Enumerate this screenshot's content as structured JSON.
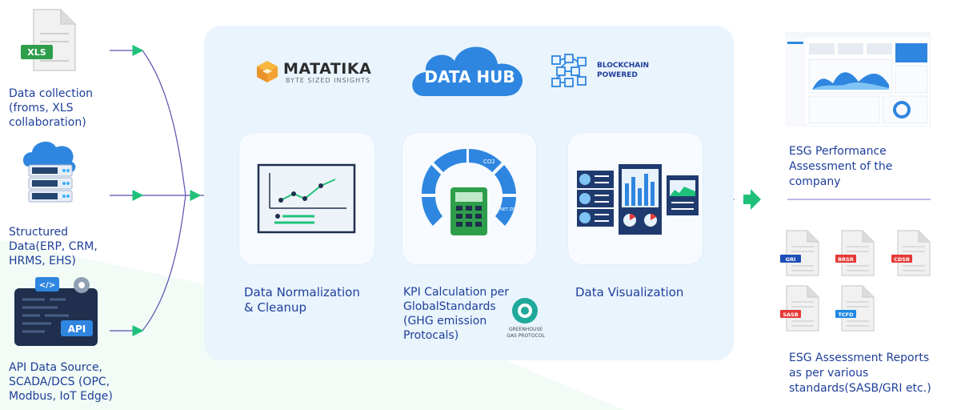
{
  "sources": [
    {
      "label_lines": [
        "Data collection",
        "(froms, XLS",
        "collaboration)"
      ],
      "icon": "xls-file-icon",
      "badge": "XLS"
    },
    {
      "label_lines": [
        "Structured",
        "Data(ERP, CRM,",
        "HRMS, EHS)"
      ],
      "icon": "cloud-server-icon"
    },
    {
      "label_lines": [
        "API Data Source,",
        "SCADA/DCS  (OPC,",
        "Modbus, IoT Edge)"
      ],
      "icon": "api-window-icon",
      "badge": "API",
      "code_tag": "</>"
    }
  ],
  "hub": {
    "brand": "MATATIKA",
    "brand_tagline": "BYTE SIZED INSIGHTS",
    "title": "DATA HUB",
    "blockchain_lines": [
      "BLOCKCHAIN",
      "POWERED"
    ],
    "steps": [
      {
        "label_lines": [
          "Data Normalization",
          "& Cleanup"
        ],
        "icon": "line-chart-board-icon"
      },
      {
        "label_lines": [
          "KPI Calculation per",
          "GlobalStandards",
          "(GHG emission",
          "Protocals)"
        ],
        "icon": "calculator-ring-icon",
        "ring_badges": [
          "CO2",
          "NET ZERO"
        ]
      },
      {
        "label_lines": [
          "Data Visualization"
        ],
        "icon": "dashboard-icon"
      }
    ],
    "ghg_logo_lines": [
      "GREENHOUSE",
      "GAS PROTOCOL"
    ]
  },
  "outputs": {
    "performance_label_lines": [
      "ESG Performance",
      "Assessment of the",
      "company"
    ],
    "reports_label_lines": [
      "ESG  Assessment Reports",
      "as per various",
      "standards(SASB/GRI etc.)"
    ],
    "report_docs": [
      {
        "tag": "GRI",
        "color": "#1d4fb8"
      },
      {
        "tag": "BRSR",
        "color": "#e53935"
      },
      {
        "tag": "CDSB",
        "color": "#e53935"
      },
      {
        "tag": "SASB",
        "color": "#e53935"
      },
      {
        "tag": "TCFD",
        "color": "#1e88e5"
      }
    ]
  },
  "colors": {
    "arrow": "#1fc17a",
    "label": "#1e3f9a",
    "connector": "#5a4fb0",
    "hub_bg": "#e9f4fd"
  }
}
